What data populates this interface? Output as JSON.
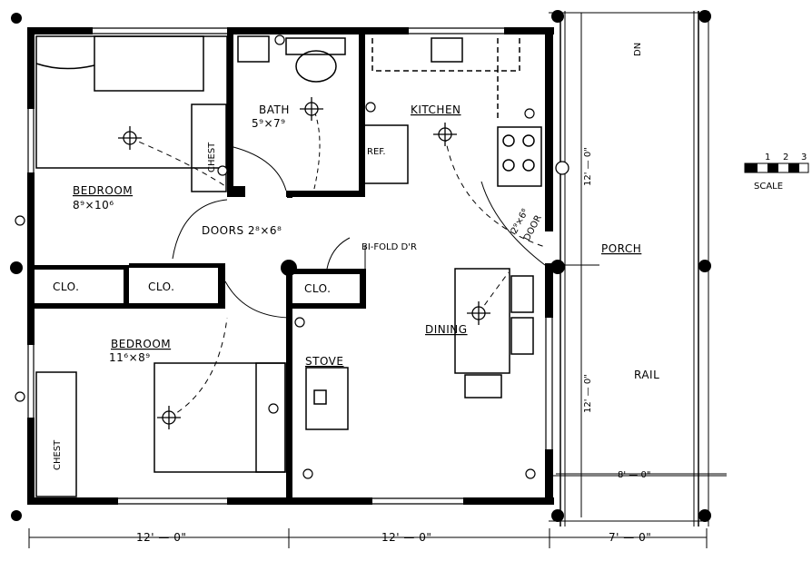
{
  "rooms": {
    "bedroom_top": {
      "name": "BEDROOM",
      "size": "8⁹×10⁶"
    },
    "bath": {
      "name": "BATH",
      "size": "5⁹×7⁹"
    },
    "kitchen": {
      "name": "KITCHEN"
    },
    "bedroom_bottom": {
      "name": "BEDROOM",
      "size": "11⁶×8⁹"
    },
    "dining": {
      "name": "DINING"
    },
    "porch": {
      "name": "PORCH"
    },
    "rail": {
      "name": "RAIL"
    }
  },
  "fixtures": {
    "chest_top": "CHEST",
    "chest_bottom": "CHEST",
    "ref": "REF.",
    "stove": "STOVE",
    "clo_left": "CLO.",
    "clo_mid": "CLO.",
    "clo_right": "CLO."
  },
  "notes": {
    "doors": "DOORS 2⁸×6⁸",
    "bifold": "BI-FOLD D'R",
    "door_size": "2⁹×6⁸",
    "door_word": "DOOR",
    "dn": "DN"
  },
  "dimensions": {
    "bottom_left": "12' — 0\"",
    "bottom_mid": "12' — 0\"",
    "bottom_right": "7' — 0\"",
    "porch_width": "8' — 0\"",
    "right_top": "12' — 0\"",
    "right_bottom": "12' — 0\""
  },
  "scale": {
    "label": "SCALE",
    "ticks": [
      "1",
      "2",
      "3"
    ]
  }
}
